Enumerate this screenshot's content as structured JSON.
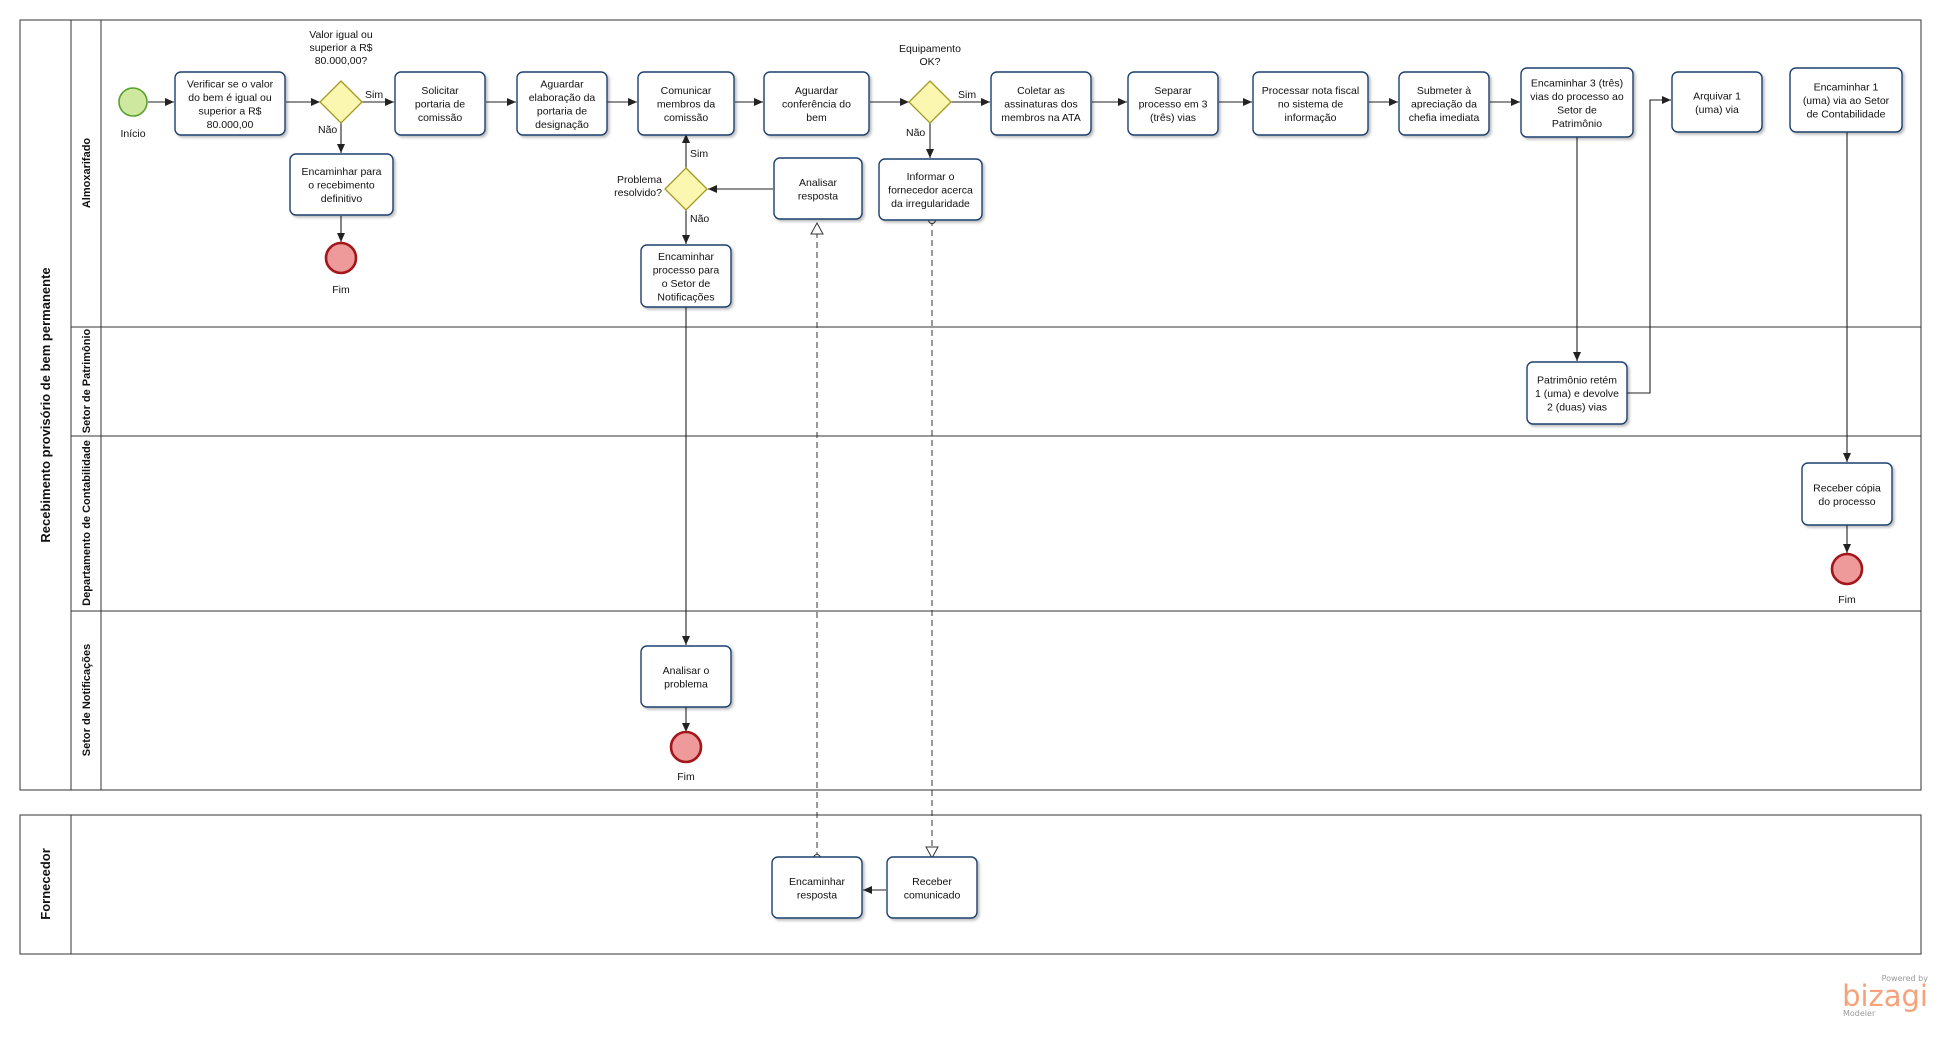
{
  "pools": {
    "main": {
      "title": "Recebimento provisório de bem permanente"
    },
    "supplier": {
      "title": "Fornecedor"
    }
  },
  "lanes": {
    "almox": "Almoxarifado",
    "patrimonio": "Setor de Patrimônio",
    "contabilidade": "Departamento de Contabilidade",
    "notificacoes": "Setor de Notificações"
  },
  "events": {
    "start": "Início",
    "end1": "Fim",
    "end2": "Fim",
    "end3": "Fim"
  },
  "tasks": {
    "t1": [
      "Verificar se o valor",
      "do bem é igual ou",
      "superior a R$",
      "80.000,00"
    ],
    "t2": [
      "Solicitar",
      "portaria de",
      "comissão"
    ],
    "t3": [
      "Aguardar",
      "elaboração da",
      "portaria de",
      "designação"
    ],
    "t4": [
      "Comunicar",
      "membros da",
      "comissão"
    ],
    "t5": [
      "Aguardar",
      "conferência do",
      "bem"
    ],
    "t6": [
      "Coletar as",
      "assinaturas dos",
      "membros na ATA"
    ],
    "t7": [
      "Separar",
      "processo em 3",
      "(três) vias"
    ],
    "t8": [
      "Processar nota fiscal",
      "no sistema de",
      "informação"
    ],
    "t9": [
      "Submeter à",
      "apreciação da",
      "chefia imediata"
    ],
    "t10": [
      "Encaminhar 3 (três)",
      "vias do processo ao",
      "Setor de",
      "Patrimônio"
    ],
    "t11": [
      "Arquivar 1",
      "(uma) via"
    ],
    "t12": [
      "Encaminhar 1",
      "(uma) via ao Setor",
      "de Contabilidade"
    ],
    "t13": [
      "Encaminhar para",
      "o recebimento",
      "definitivo"
    ],
    "t14": [
      "Analisar",
      "resposta"
    ],
    "t15": [
      "Informar o",
      "fornecedor acerca",
      "da irregularidade"
    ],
    "t16": [
      "Encaminhar",
      "processo para",
      "o Setor de",
      "Notificações"
    ],
    "t17": [
      "Patrimônio retém",
      "1 (uma) e devolve",
      "2 (duas) vias"
    ],
    "t18": [
      "Receber cópia",
      "do processo"
    ],
    "t19": [
      "Analisar o",
      "problema"
    ],
    "t20": [
      "Encaminhar",
      "resposta"
    ],
    "t21": [
      "Receber",
      "comunicado"
    ]
  },
  "gateways": {
    "g1": [
      "Valor igual ou",
      "superior a R$",
      "80.000,00?"
    ],
    "g2": [
      "Equipamento",
      "OK?"
    ],
    "g3": [
      "Problema",
      "resolvido?"
    ]
  },
  "flow_labels": {
    "g1_yes": "Sim",
    "g1_no": "Não",
    "g2_yes": "Sim",
    "g2_no": "Não",
    "g3_yes": "Sim",
    "g3_no": "Não"
  },
  "watermark": {
    "powered": "Powered by",
    "brand": "bizagi",
    "product": "Modeler"
  },
  "colors": {
    "task_fill": "#ffffff",
    "task_stroke": "#1c3f6e",
    "start_fill": "#cfe8a0",
    "start_stroke": "#5aa02c",
    "end_fill": "#ef9a9a",
    "end_stroke": "#a3161a",
    "gateway_fill": "#fbf7b0",
    "gateway_stroke": "#a39a1e",
    "brand": "#f7a27a"
  }
}
